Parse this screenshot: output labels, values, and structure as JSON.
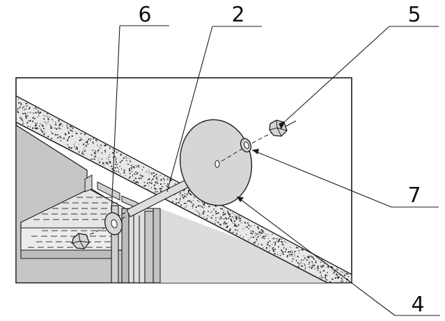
{
  "callouts": {
    "c6": "6",
    "c2": "2",
    "c5": "5",
    "c7": "7",
    "c4": "4"
  },
  "colors": {
    "line": "#1a1a1a",
    "panel_gray": "#c4c4c4",
    "panel_light": "#d8d8d8",
    "foam_fill": "#e6e6e6",
    "disc_fill": "#d4d4d4",
    "stripe_fill": "#e2e2e2"
  },
  "icons": {
    "nut": "hex-nut-icon",
    "washer": "washer-icon",
    "disc": "round-plate-icon",
    "rod": "threaded-rod-icon"
  }
}
